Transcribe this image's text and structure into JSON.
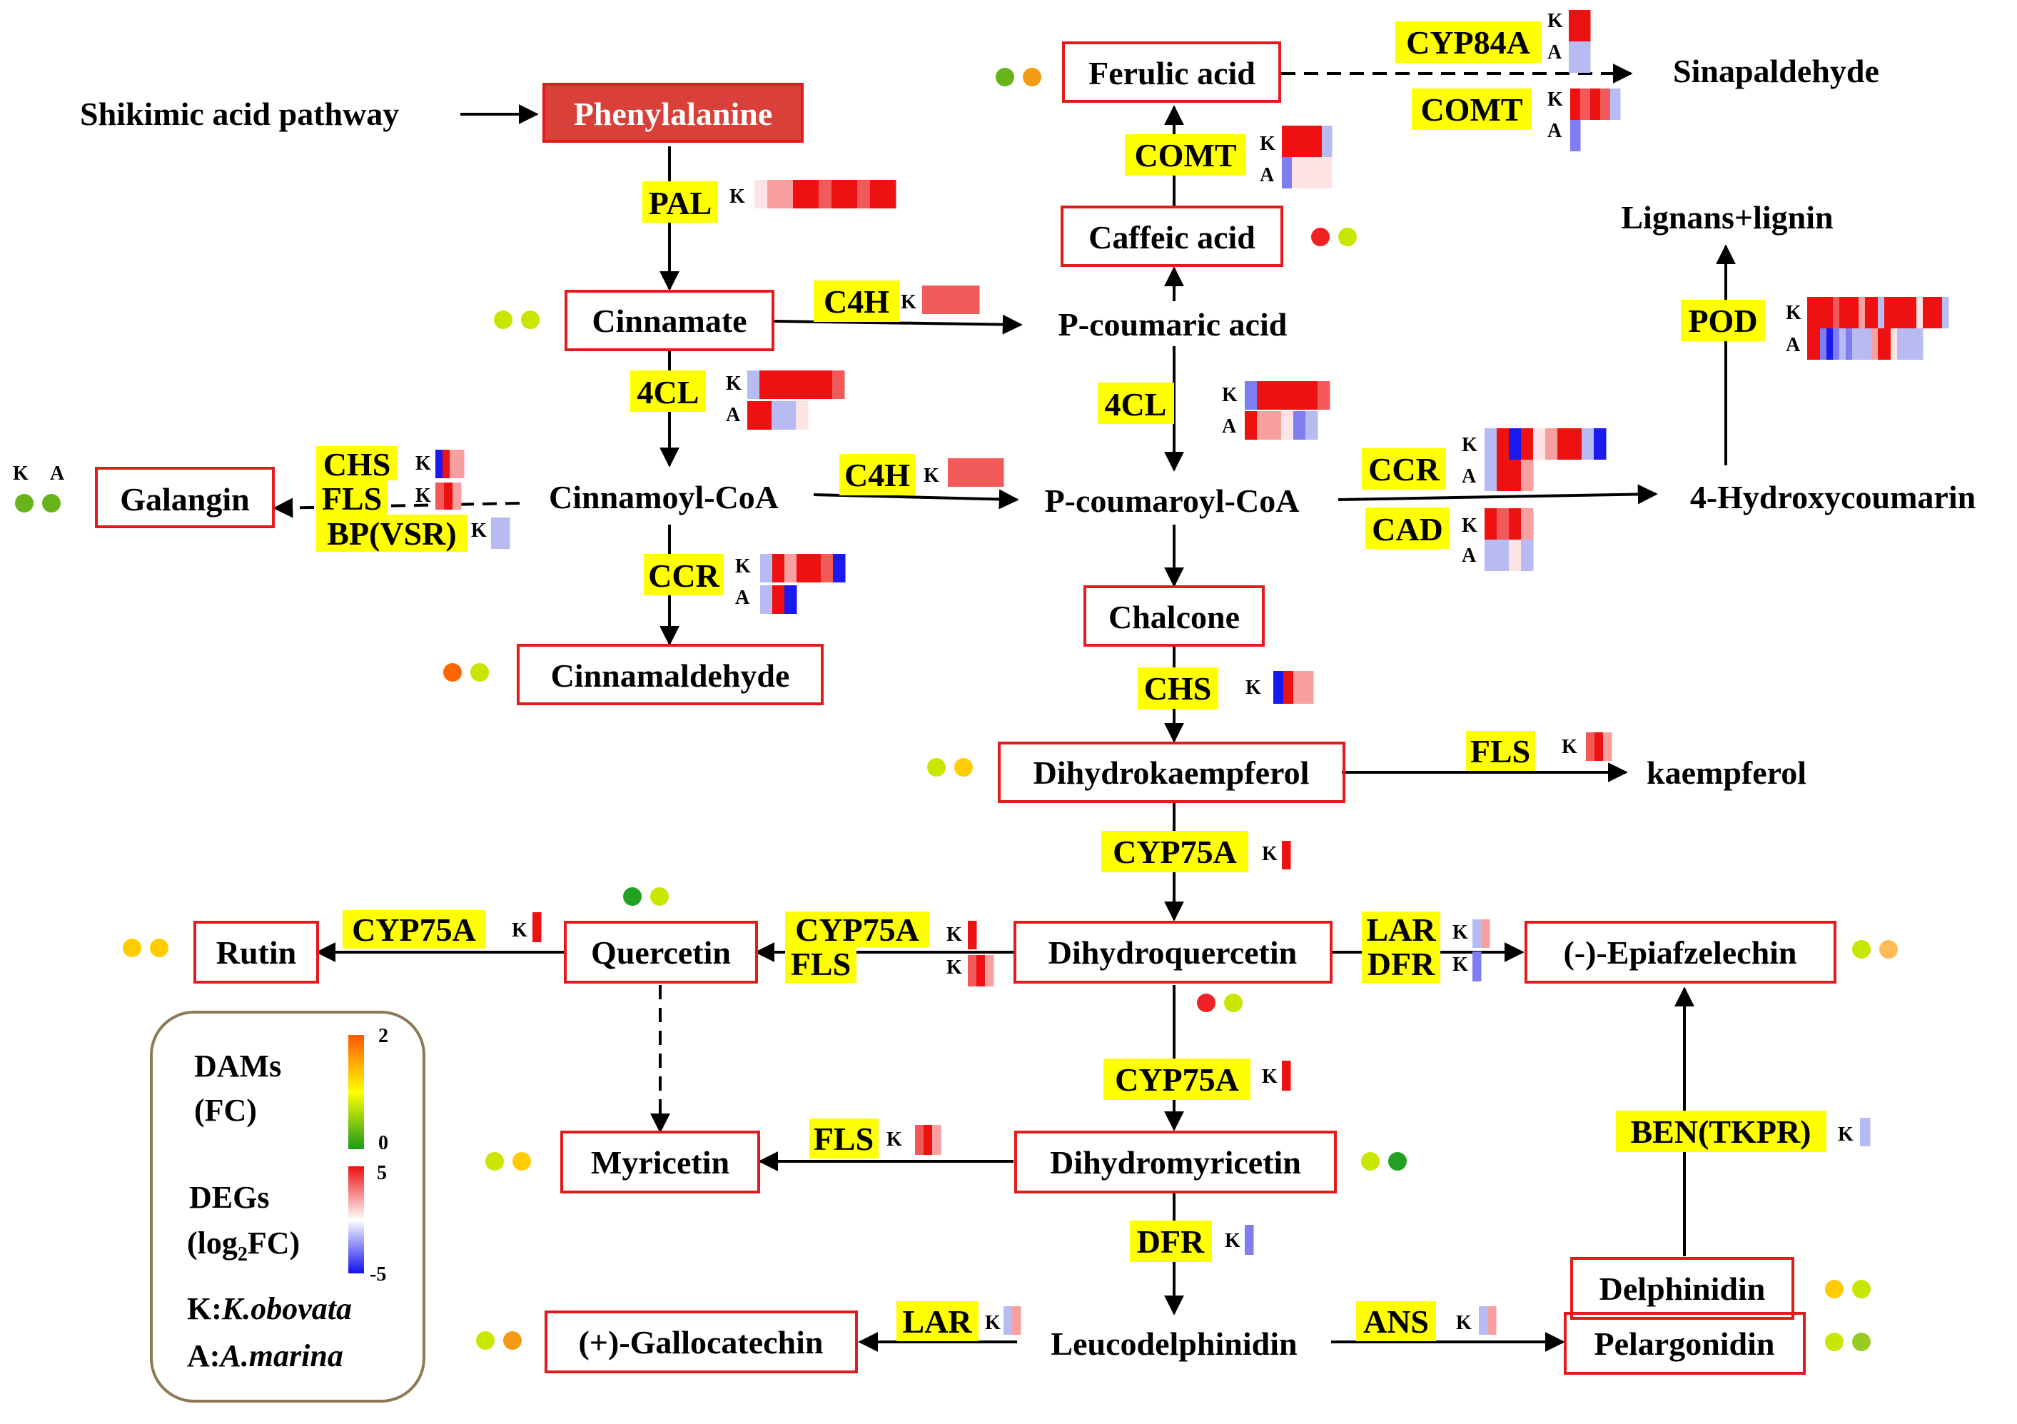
{
  "metabolites": {
    "shikimic": "Shikimic acid pathway",
    "phenylalanine": "Phenylalanine",
    "cinnamate": "Cinnamate",
    "cinnamoyl_coa": "Cinnamoyl-CoA",
    "galangin": "Galangin",
    "cinnamaldehyde": "Cinnamaldehyde",
    "p_coumaric": "P-coumaric acid",
    "caffeic": "Caffeic acid",
    "ferulic": "Ferulic acid",
    "sinapaldehyde": "Sinapaldehyde",
    "lignans": "Lignans+lignin",
    "p_coumaroyl": "P-coumaroyl-CoA",
    "hydroxycoumarin": "4-Hydroxycoumarin",
    "chalcone": "Chalcone",
    "dihydrokaempferol": "Dihydrokaempferol",
    "kaempferol": "kaempferol",
    "dihydroquercetin": "Dihydroquercetin",
    "quercetin": "Quercetin",
    "rutin": "Rutin",
    "epiafzelechin": "(-)-Epiafzelechin",
    "myricetin": "Myricetin",
    "dihydromyricetin": "Dihydromyricetin",
    "leucodelphinidin": "Leucodelphinidin",
    "gallocatechin": "(+)-Gallocatechin",
    "delphinidin": "Delphinidin",
    "pelargonidin": "Pelargonidin"
  },
  "enzymes": {
    "pal": "PAL",
    "c4h_1": "C4H",
    "c4h_2": "C4H",
    "fourcl_1": "4CL",
    "fourcl_2": "4CL",
    "chs_1": "CHS",
    "fls_1": "FLS",
    "bp": "BP(VSR)",
    "ccr_1": "CCR",
    "ccr_2": "CCR",
    "cad": "CAD",
    "comt_1": "COMT",
    "comt_2": "COMT",
    "cyp84a": "CYP84A",
    "pod": "POD",
    "chs_2": "CHS",
    "fls_2": "FLS",
    "cyp75a_1": "CYP75A",
    "cyp75a_2": "CYP75A",
    "fls_3": "FLS",
    "cyp75a_3": "CYP75A",
    "lar_1": "LAR",
    "dfr_1": "DFR",
    "cyp75a_4": "CYP75A",
    "fls_4": "FLS",
    "ben": "BEN(TKPR)",
    "dfr_2": "DFR",
    "lar_2": "LAR",
    "ans": "ANS"
  },
  "species_labels": {
    "k": "K",
    "a": "A"
  },
  "colors": {
    "highlight": "#ffff00",
    "box_border": "#e31a1c",
    "phenylalanine_fill": "#d9403a",
    "dam_colors": [
      "#c8e600",
      "#ffcc00",
      "#f59a14",
      "#ff6600",
      "#ee2222",
      "#66b31a",
      "#22a022",
      "#99cc22"
    ]
  },
  "legend": {
    "dams": "DAMs",
    "dams_unit": "(FC)",
    "dams_max": "2",
    "dams_min": "0",
    "degs": "DEGs",
    "degs_unit_pre": "(log",
    "degs_unit_sub": "2",
    "degs_unit_post": "FC)",
    "degs_max": "5",
    "degs_min": "-5",
    "k_key": "K:",
    "k_species": "K.obovata",
    "a_key": "A:",
    "a_species": "A.marina"
  }
}
